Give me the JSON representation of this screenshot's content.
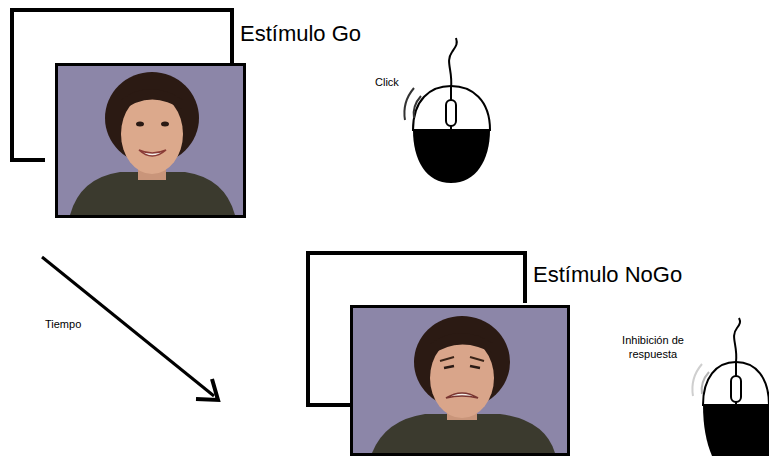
{
  "diagram": {
    "nodes": [
      {
        "text": [
          "Estímulo Go"
        ]
      },
      {
        "text": [
          "Estímulo NoGo"
        ]
      }
    ],
    "labels": [
      "Click",
      "Tiempo",
      "Inhibición de respuesta"
    ]
  }
}
